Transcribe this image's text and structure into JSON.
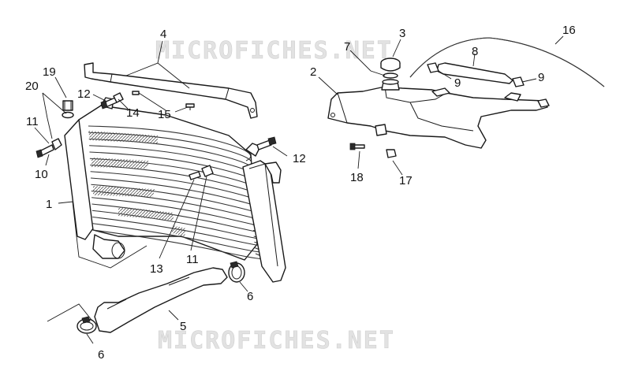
{
  "watermark": "MICROFICHES.NET",
  "callouts": {
    "radiator": "1",
    "expansion_tank": "2",
    "tank_cap": "3",
    "support_bracket": "4",
    "hose_lower": "5",
    "clamp_right": "6",
    "clamp_left": "6",
    "cap_seal": "7",
    "overflow_hose": "8",
    "clip_left": "9",
    "clip_right": "9",
    "bolt_left": "10",
    "nut_left": "11",
    "nut_center": "11",
    "bolt_top": "12",
    "bolt_right": "12",
    "bolt_center": "13",
    "nut_top": "14",
    "screw_bracket": "15",
    "breather_hose": "16",
    "nut_tank": "17",
    "screw_tank": "18",
    "bush": "19",
    "grommet": "20"
  }
}
